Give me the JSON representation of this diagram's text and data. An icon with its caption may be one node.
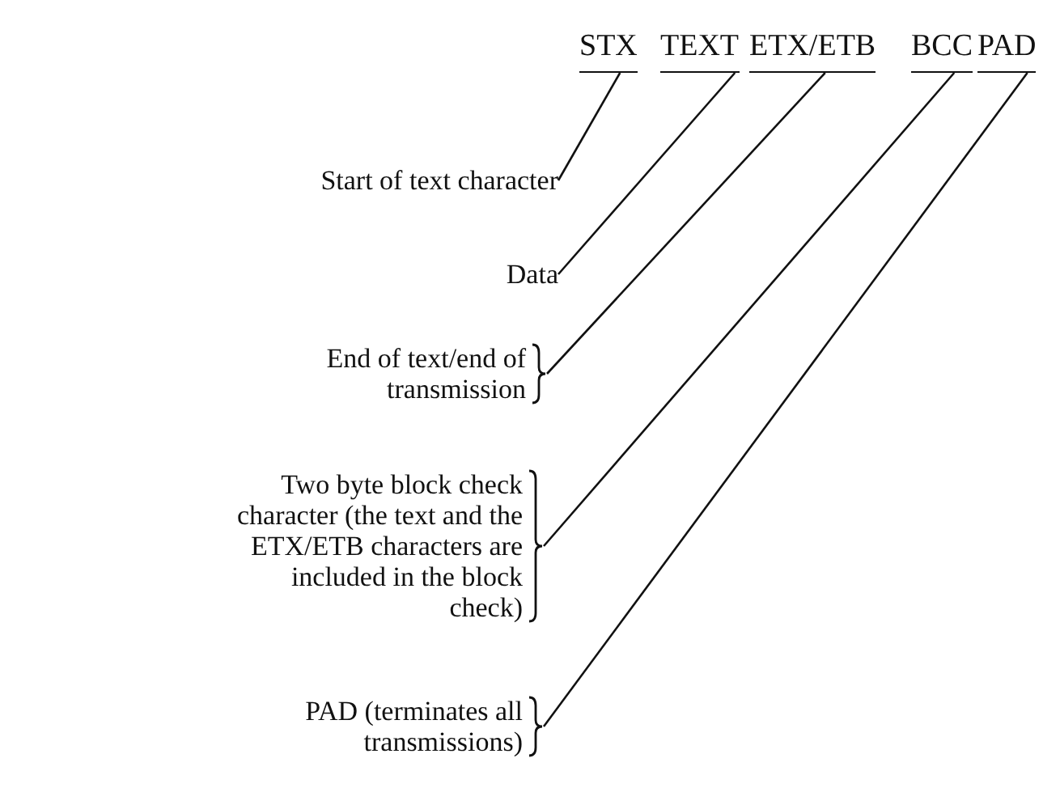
{
  "diagram": {
    "nodes": [
      {
        "text": [
          "Start of text character"
        ]
      },
      {
        "text": [
          "Data"
        ]
      },
      {
        "text": [
          "End of text/end of transmission"
        ]
      },
      {
        "text": [
          "Two byte block check character (the text and the ETX/ETB characters are included in the block check)"
        ]
      },
      {
        "text": [
          "PAD (terminates all transmissions)"
        ]
      },
      {
        "text": [
          "STX"
        ]
      },
      {
        "text": [
          "TEXT"
        ]
      },
      {
        "text": [
          "ETX/ETB"
        ]
      },
      {
        "text": [
          "BCC"
        ]
      },
      {
        "text": [
          "PAD"
        ]
      }
    ],
    "edges": [
      {
        "from": 0,
        "to": 5,
        "arrow": "none"
      },
      {
        "from": 1,
        "to": 6,
        "arrow": "none"
      },
      {
        "from": 2,
        "to": 7,
        "arrow": "none"
      },
      {
        "from": 3,
        "to": 8,
        "arrow": "none"
      },
      {
        "from": 4,
        "to": 9,
        "arrow": "none"
      }
    ]
  }
}
